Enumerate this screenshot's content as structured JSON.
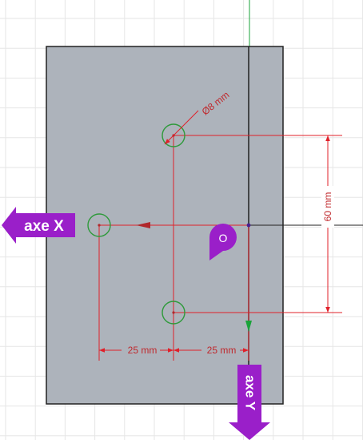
{
  "colors": {
    "grid": "#e6e6e6",
    "plate": "#adb3bb",
    "plate_edge": "#222222",
    "dimension": "#e0202a",
    "dimension_text": "#c0282c",
    "hole": "#2e9a3a",
    "marker": "#9a1fc9",
    "marker_text": "#ffffff",
    "y_axis_line": "#1aa33a",
    "x_axis_arrow": "#b0282c"
  },
  "labels": {
    "diameter": "Ø8 mm",
    "dim_x_left": "25 mm",
    "dim_x_right": "25 mm",
    "dim_vertical": "60 mm",
    "axis_x": "axe X",
    "axis_y": "axe Y",
    "origin": "O"
  },
  "icons": {
    "axis_x": "arrow-left-icon",
    "axis_y": "arrow-down-icon",
    "origin": "pin-marker-icon",
    "hole": "circle-icon"
  }
}
